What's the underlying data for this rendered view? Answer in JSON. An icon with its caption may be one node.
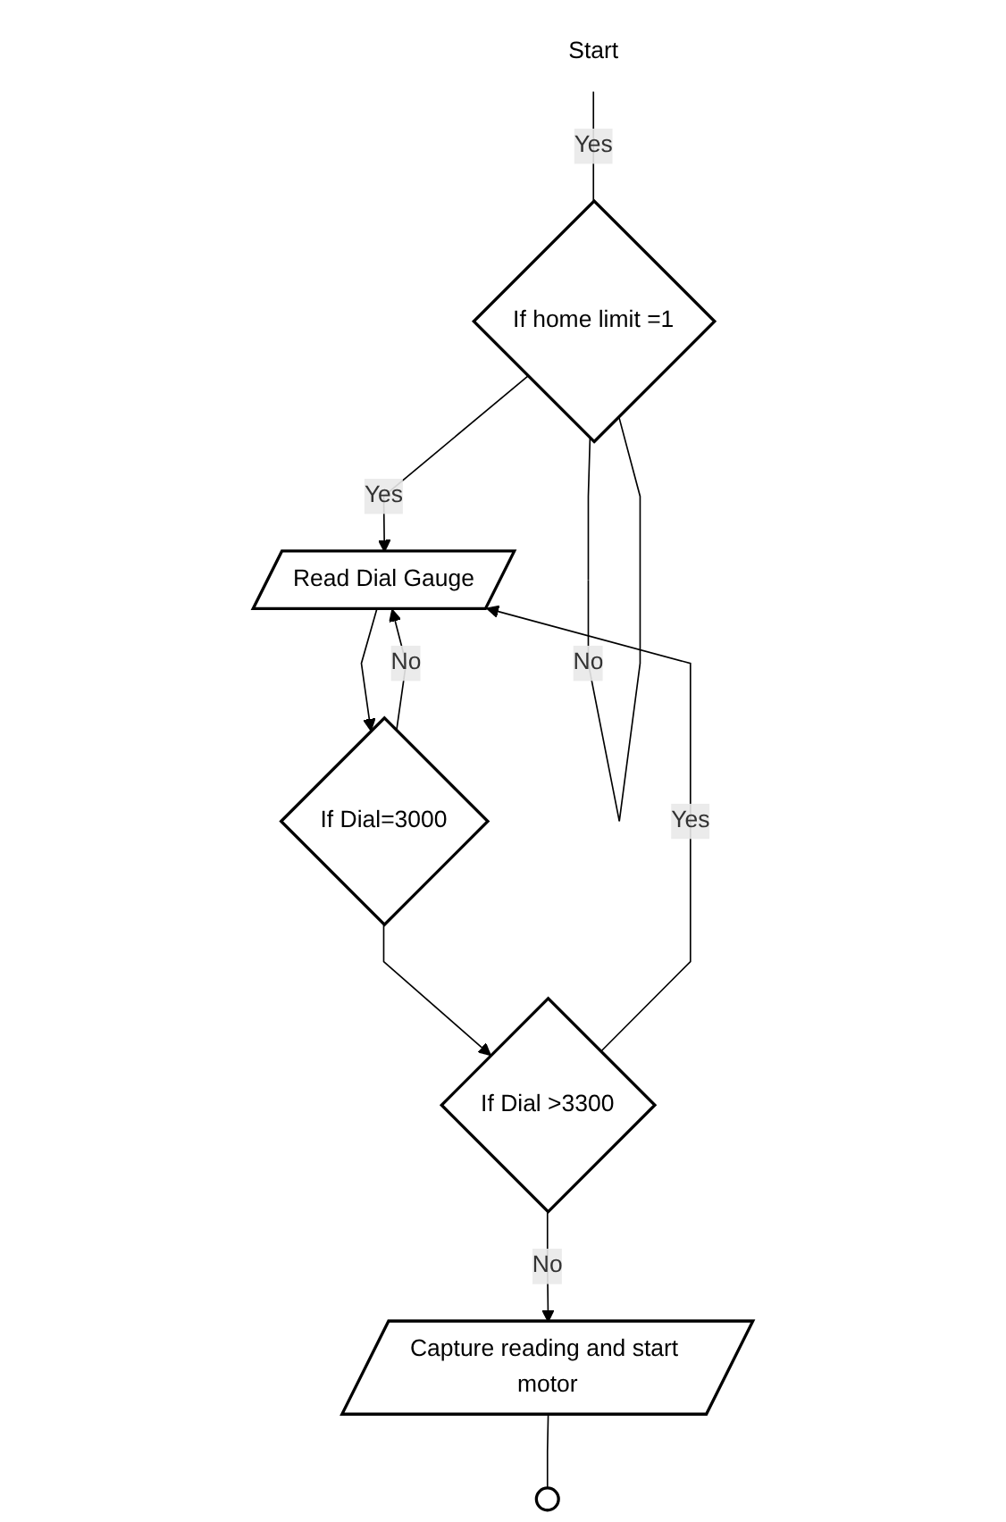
{
  "diagram": {
    "nodes": [
      {
        "text": [
          "Start"
        ]
      },
      {
        "text": [
          "If home limit =1"
        ]
      },
      {
        "text": [
          "Read Dial Gauge"
        ]
      },
      {
        "text": [
          "If Dial=3000"
        ]
      },
      {
        "text": [
          "If Dial >3300"
        ]
      },
      {
        "text": [
          "Capture reading and start motor"
        ]
      },
      {
        "text": [],
        "shape": "circle"
      }
    ],
    "edges": [
      {
        "from": 0,
        "to": 1,
        "arrow": "none",
        "label": "Yes"
      },
      {
        "from": 1,
        "to": 1,
        "arrow": "none",
        "label": "No"
      },
      {
        "from": 1,
        "to": 2,
        "arrow": "to",
        "label": "Yes"
      },
      {
        "from": 2,
        "to": 3,
        "arrow": "to"
      },
      {
        "from": 3,
        "to": 2,
        "arrow": "to",
        "label": "No"
      },
      {
        "from": 3,
        "to": 4,
        "arrow": "to"
      },
      {
        "from": 4,
        "to": 2,
        "arrow": "to",
        "label": "Yes"
      },
      {
        "from": 4,
        "to": 5,
        "arrow": "to",
        "label": "No"
      },
      {
        "from": 5,
        "to": 6,
        "arrow": "none"
      }
    ]
  }
}
